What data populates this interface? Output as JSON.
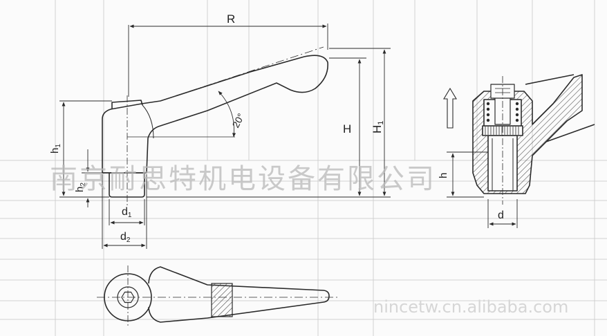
{
  "labels": {
    "R": "R",
    "H": "H",
    "H1": "H",
    "H1_sub": "1",
    "h1": "h",
    "h1_sub": "1",
    "h2": "h",
    "h2_sub": "2",
    "d1": "d",
    "d1_sub": "1",
    "d2": "d",
    "d2_sub": "2",
    "angle": "20°",
    "h_section": "h",
    "d_section": "d"
  },
  "watermark": {
    "company": "南京耐思特机电设备有限公司",
    "url": "nincetw.cn.alibaba.com"
  },
  "colors": {
    "line": "#2a2a2a",
    "hatch": "#444444",
    "background_table": "#cfcfcf",
    "watermark": "#b9b9b9"
  }
}
